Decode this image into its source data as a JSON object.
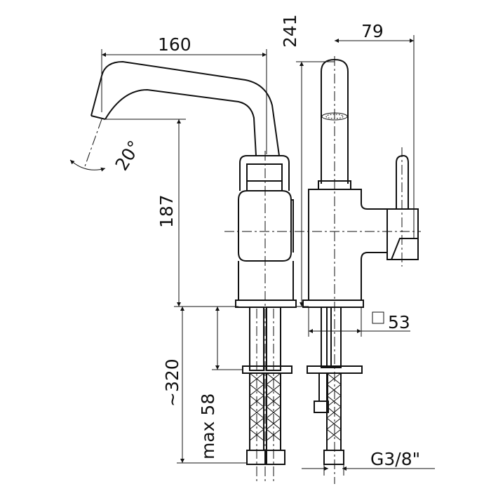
{
  "dimensions": {
    "spout_reach": "160",
    "spout_height": "187",
    "total_height": "241",
    "depth": "79",
    "base_square": "53",
    "hose_length": "~320",
    "max_deck": "max 58",
    "thread": "G3/8\"",
    "swivel_angle": "20°"
  },
  "icons": {
    "square_symbol": "square-symbol-icon"
  }
}
